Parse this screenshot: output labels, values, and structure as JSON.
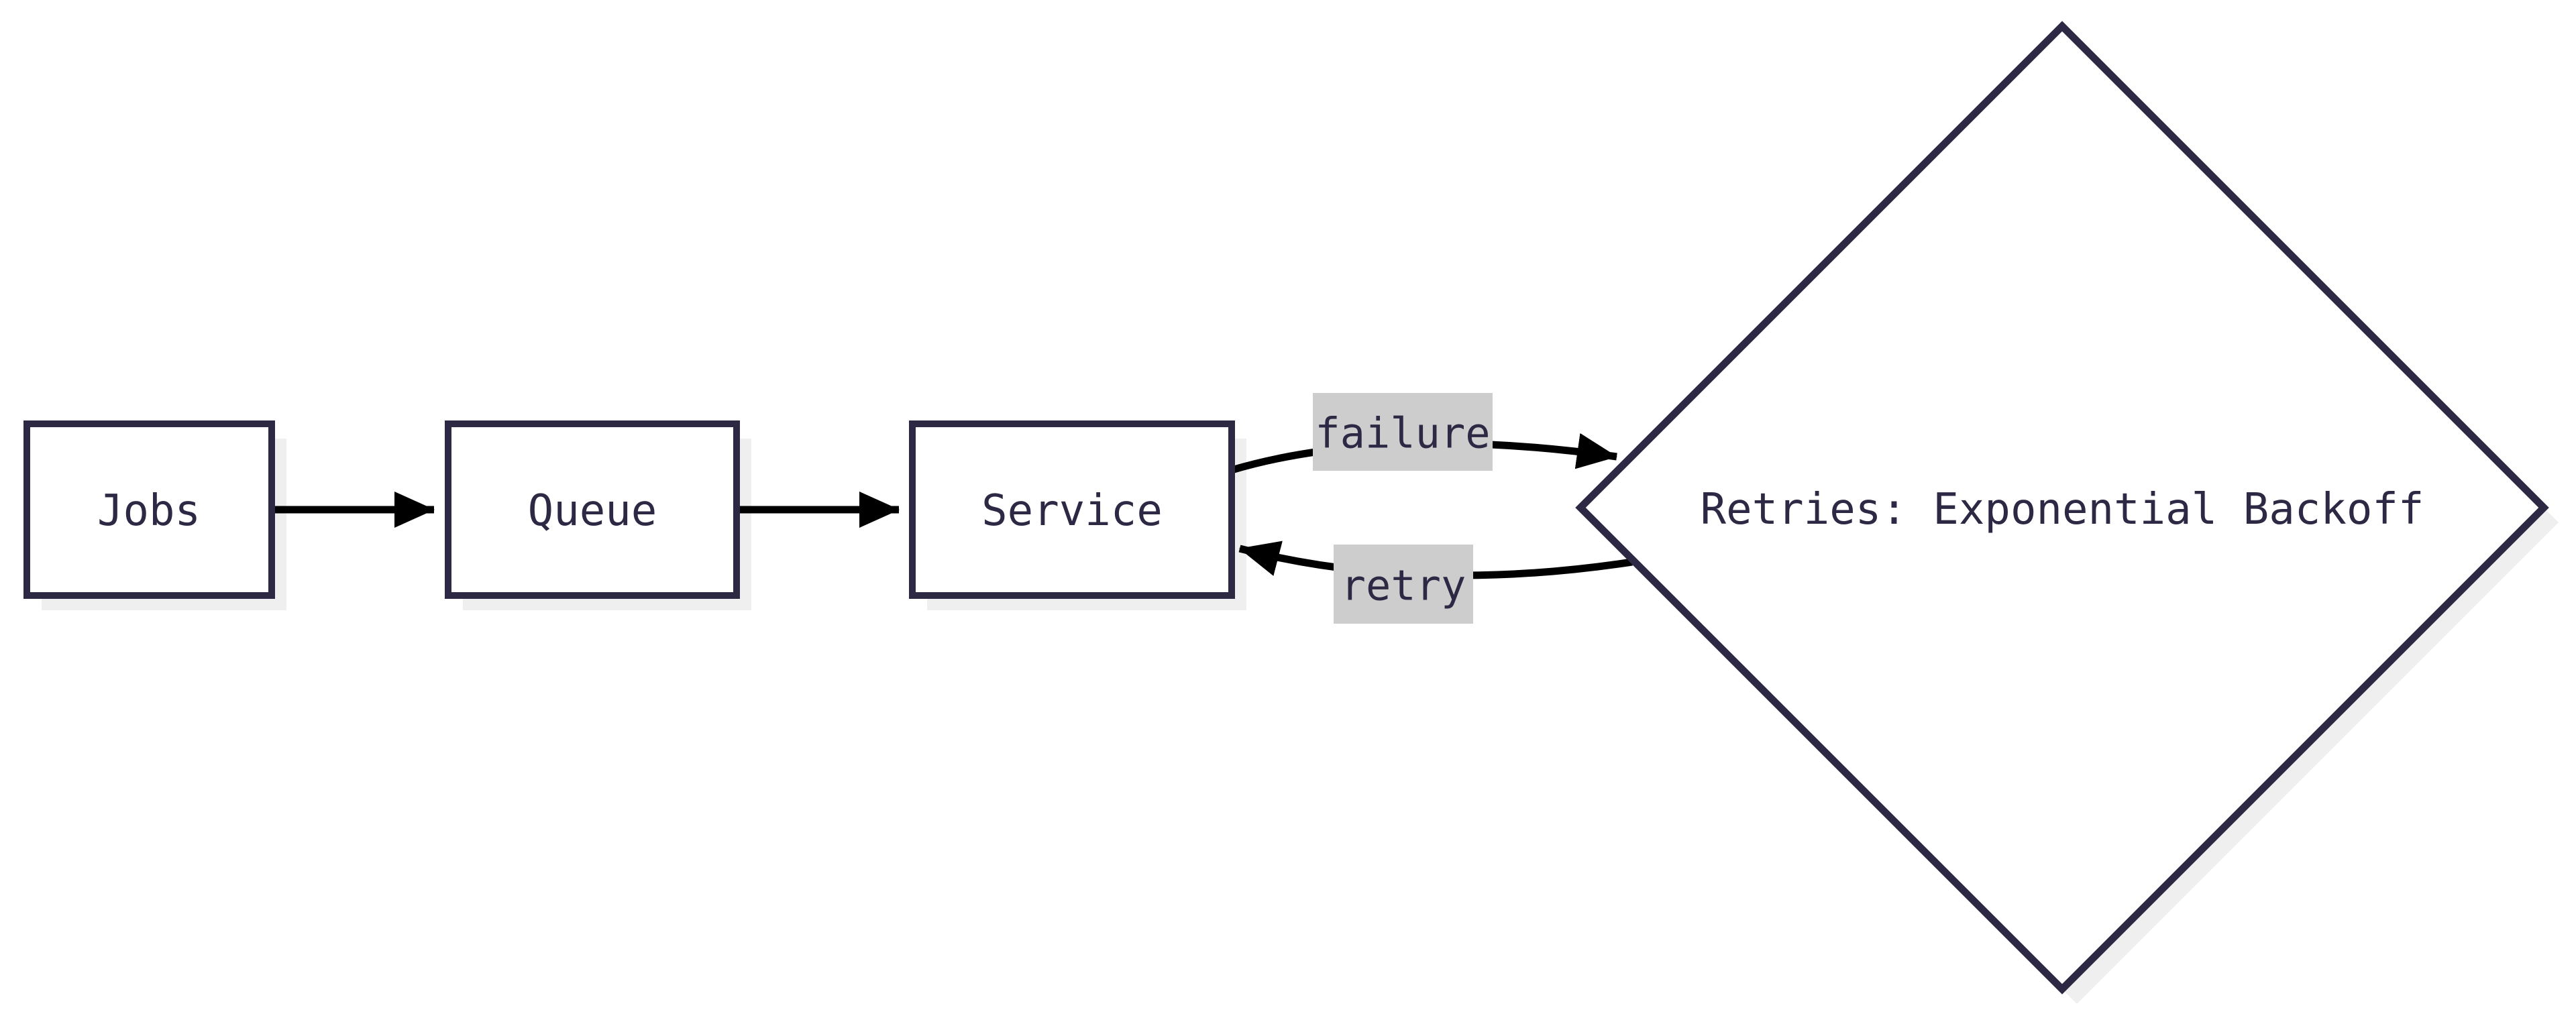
{
  "diagram": {
    "type": "flowchart",
    "direction": "left-to-right",
    "nodes": [
      {
        "id": "jobs",
        "label": "Jobs",
        "shape": "rectangle"
      },
      {
        "id": "queue",
        "label": "Queue",
        "shape": "rectangle"
      },
      {
        "id": "service",
        "label": "Service",
        "shape": "rectangle"
      },
      {
        "id": "retries",
        "label": "Retries: Exponential Backoff",
        "shape": "diamond"
      }
    ],
    "edges": [
      {
        "from": "jobs",
        "to": "queue",
        "label": ""
      },
      {
        "from": "queue",
        "to": "service",
        "label": ""
      },
      {
        "from": "service",
        "to": "retries",
        "label": "failure"
      },
      {
        "from": "retries",
        "to": "service",
        "label": "retry"
      }
    ],
    "colors": {
      "background": "#ffffff",
      "node_fill": "#ffffff",
      "node_border": "#2d2945",
      "text": "#2d2945",
      "edge_line": "#000000",
      "edge_label_bg": "#cdcdcd",
      "shadow": "#efefef"
    }
  }
}
